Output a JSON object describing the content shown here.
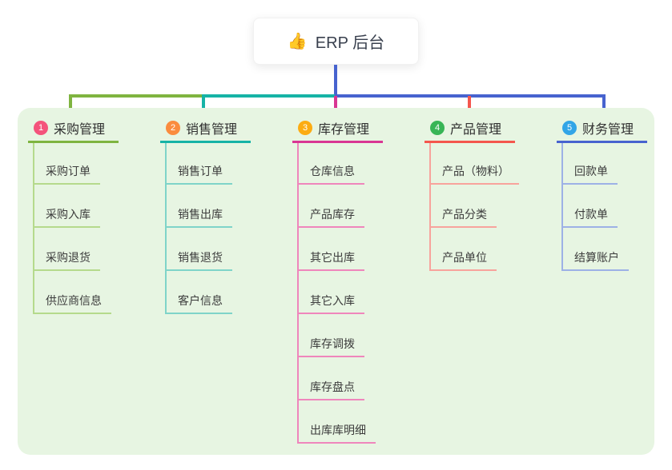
{
  "root": {
    "icon": "thumbs-up-icon",
    "icon_char": "👍",
    "label": "ERP 后台"
  },
  "panel": {
    "background": "#e7f5e2"
  },
  "connectors": {
    "root_drop": "#4763cf",
    "rail_segments": [
      "#7fb440",
      "#16b3a6",
      "#4763cf"
    ],
    "drops": [
      "#7fb440",
      "#16b3a6",
      "#d93693",
      "#f4564d",
      "#4763cf"
    ]
  },
  "branches": [
    {
      "number": "1",
      "title": "采购管理",
      "colors": {
        "badge": "#f4537b",
        "line": "#7fb440",
        "child_line": "#b5da8c"
      },
      "children": [
        "采购订单",
        "采购入库",
        "采购退货",
        "供应商信息"
      ]
    },
    {
      "number": "2",
      "title": "销售管理",
      "colors": {
        "badge": "#fa8c3e",
        "line": "#16b3a6",
        "child_line": "#7fd4c9"
      },
      "children": [
        "销售订单",
        "销售出库",
        "销售退货",
        "客户信息"
      ]
    },
    {
      "number": "3",
      "title": "库存管理",
      "colors": {
        "badge": "#fcac12",
        "line": "#d93693",
        "child_line": "#ef86bc"
      },
      "children": [
        "仓库信息",
        "产品库存",
        "其它出库",
        "其它入库",
        "库存调拨",
        "库存盘点",
        "出库库明细"
      ]
    },
    {
      "number": "4",
      "title": "产品管理",
      "colors": {
        "badge": "#38b556",
        "line": "#f4564d",
        "child_line": "#f8a39c"
      },
      "children": [
        "产品（物料）",
        "产品分类",
        "产品单位"
      ]
    },
    {
      "number": "5",
      "title": "财务管理",
      "colors": {
        "badge": "#32a5e7",
        "line": "#4763cf",
        "child_line": "#9db1e6"
      },
      "children": [
        "回款单",
        "付款单",
        "结算账户"
      ]
    }
  ]
}
